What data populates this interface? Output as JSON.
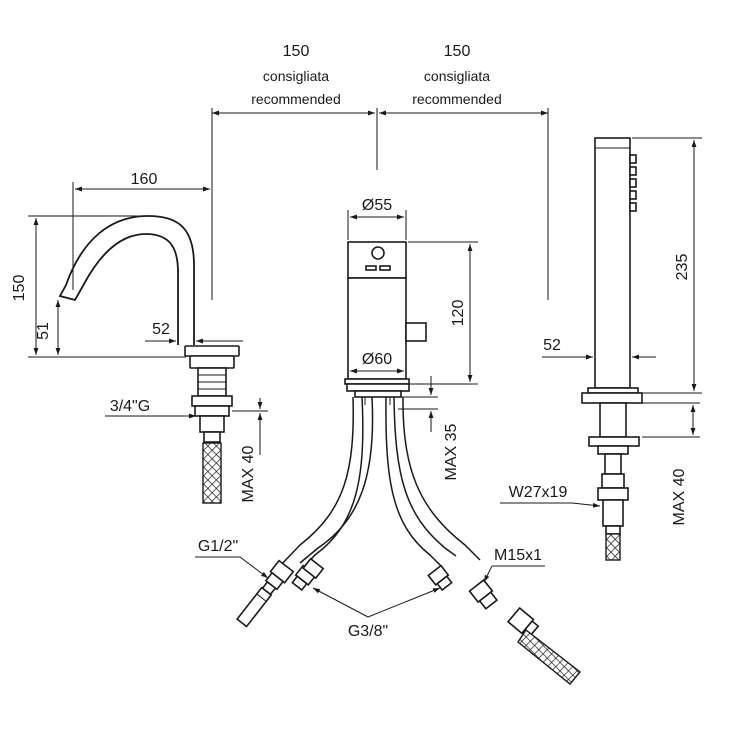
{
  "dimensions": {
    "spacing_left": "150",
    "spacing_right": "150",
    "recommended_it": "consigliata",
    "recommended_en": "recommended",
    "spout_reach": "160",
    "spout_height": "150",
    "spout_outlet_height": "51",
    "spout_diameter": "52",
    "spout_thread": "3/4\"G",
    "spout_max_thickness": "MAX 40",
    "mixer_top_diameter": "Ø55",
    "mixer_height": "120",
    "mixer_base_diameter": "Ø60",
    "mixer_max_thickness": "MAX 35",
    "hose_inlet": "G1/2\"",
    "hose_connector": "G3/8\"",
    "hose_outlet": "M15x1",
    "shower_height": "235",
    "shower_diameter": "52",
    "shower_nut": "W27x19",
    "shower_max_thickness": "MAX 40"
  }
}
